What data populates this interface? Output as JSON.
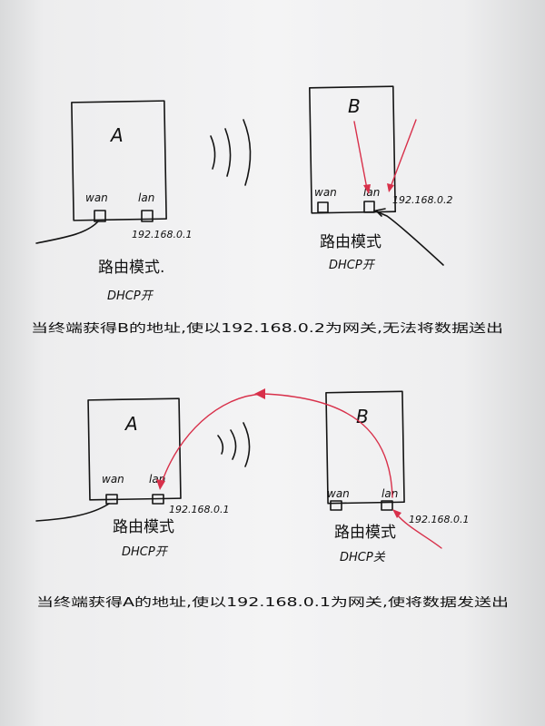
{
  "diagram_top": {
    "router_a": {
      "label": "A",
      "port_wan": "wan",
      "port_lan": "lan",
      "ip": "192.168.0.1",
      "mode": "路由模式.",
      "dhcp": "DHCP开"
    },
    "router_b": {
      "label": "B",
      "port_wan": "wan",
      "port_lan": "lan",
      "ip": "192.168.0.2",
      "mode": "路由模式",
      "dhcp": "DHCP开"
    },
    "caption": "当终端获得B的地址,使以192.168.0.2为网关,无法将数据送出"
  },
  "diagram_bottom": {
    "router_a": {
      "label": "A",
      "port_wan": "wan",
      "port_lan": "lan",
      "ip": "192.168.0.1",
      "mode": "路由模式",
      "dhcp": "DHCP开"
    },
    "router_b": {
      "label": "B",
      "port_wan": "wan",
      "port_lan": "lan",
      "ip": "192.168.0.1",
      "mode": "路由模式",
      "dhcp": "DHCP关"
    },
    "caption": "当终端获得A的地址,使以192.168.0.1为网关,使将数据发送出"
  },
  "colors": {
    "ink": "#141414",
    "arrow": "#d8304a"
  }
}
